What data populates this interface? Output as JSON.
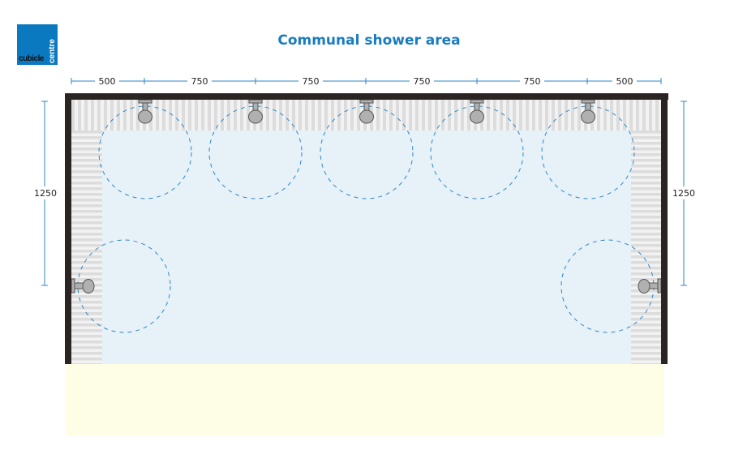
{
  "logo": {
    "word1": "cubicle",
    "word2": "centre"
  },
  "title": "Communal shower area",
  "top_dimensions": [
    "500",
    "750",
    "750",
    "750",
    "750",
    "500"
  ],
  "left_dimension": "1250",
  "right_dimension": "1250",
  "colors": {
    "accent": "#1a7cc0",
    "wall": "#2a2522",
    "floor": "#e6f1f8",
    "outside": "#fefde6"
  }
}
